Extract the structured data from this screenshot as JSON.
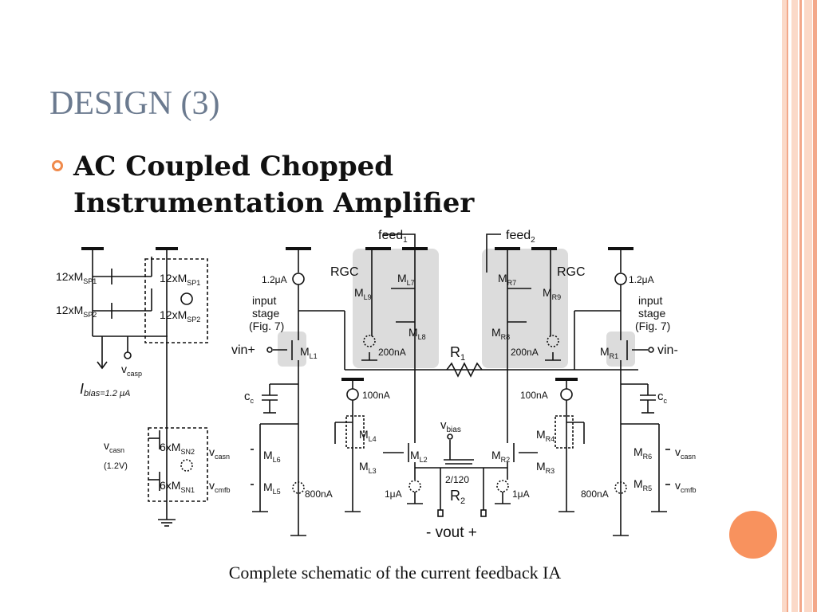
{
  "slide": {
    "title": "DESIGN (3)",
    "bullet": "AC Coupled Chopped Instrumentation Amplifier",
    "caption": "Complete schematic of the current feedback IA"
  },
  "colors": {
    "title": "#6b7a8f",
    "accent_circle": "#f8925e",
    "stripe_light": "#fbd9c8",
    "stripe_dark": "#f3a88a",
    "bullet": "#f08a4b"
  },
  "schematic": {
    "labels": {
      "sp1_left": "12xM",
      "sp1_left_sub": "SP1",
      "sp2_left": "12xM",
      "sp2_left_sub": "SP2",
      "sp1_box": "12xM",
      "sp1_box_sub": "SP1",
      "sp2_box": "12xM",
      "sp2_box_sub": "SP2",
      "vcasp": "v",
      "vcasp_sub": "casp",
      "ibias": "I",
      "ibias_sub": "bias=1.2 μA",
      "vcasn_left": "v",
      "vcasn_left_sub": "casn",
      "v12": "(1.2V)",
      "sn2": "6xM",
      "sn2_sub": "SN2",
      "sn1": "6xM",
      "sn1_sub": "SN1",
      "cur_left": "1.2μA",
      "input_stage_left_1": "input",
      "input_stage_left_2": "stage",
      "input_stage_left_3": "(Fig. 7)",
      "vin_plus": "vin+",
      "ml1": "M",
      "ml1_sub": "L1",
      "rgc_left": "RGC",
      "ml9": "M",
      "ml9_sub": "L9",
      "ml7": "M",
      "ml7_sub": "L7",
      "ml8": "M",
      "ml8_sub": "L8",
      "cur200_left": "200nA",
      "feed1": "feed",
      "feed1_sub": "1",
      "feed2": "feed",
      "feed2_sub": "2",
      "rgc_right": "RGC",
      "mr7": "M",
      "mr7_sub": "R7",
      "mr9": "M",
      "mr9_sub": "R9",
      "mr8": "M",
      "mr8_sub": "R8",
      "cur200_right": "200nA",
      "cur_right": "1.2μA",
      "input_stage_right_1": "input",
      "input_stage_right_2": "stage",
      "input_stage_right_3": "(Fig. 7)",
      "mr1": "M",
      "mr1_sub": "R1",
      "vin_minus": "vin-",
      "r1": "R",
      "r1_sub": "1",
      "cc_left": "c",
      "cc_left_sub": "c",
      "cc_right": "c",
      "cc_right_sub": "c",
      "cur100_left": "100nA",
      "cur100_right": "100nA",
      "ml4": "M",
      "ml4_sub": "L4",
      "ml3": "M",
      "ml3_sub": "L3",
      "mr4": "M",
      "mr4_sub": "R4",
      "mr3": "M",
      "mr3_sub": "R3",
      "vbias": "v",
      "vbias_sub": "bias",
      "ml2": "M",
      "ml2_sub": "L2",
      "mr2": "M",
      "mr2_sub": "R2",
      "ratio": "2/120",
      "r2": "R",
      "r2_sub": "2",
      "vcasn_l": "v",
      "vcasn_l_sub": "casn",
      "vcmfb_l": "v",
      "vcmfb_l_sub": "cmfb",
      "ml6": "M",
      "ml6_sub": "L6",
      "ml5": "M",
      "ml5_sub": "L5",
      "cur800_left": "800nA",
      "cur1_left": "1μA",
      "cur1_right": "1μA",
      "cur800_right": "800nA",
      "mr6": "M",
      "mr6_sub": "R6",
      "mr5": "M",
      "mr5_sub": "R5",
      "vcasn_r": "v",
      "vcasn_r_sub": "casn",
      "vcmfb_r": "v",
      "vcmfb_r_sub": "cmfb",
      "vout": "- vout +"
    }
  }
}
